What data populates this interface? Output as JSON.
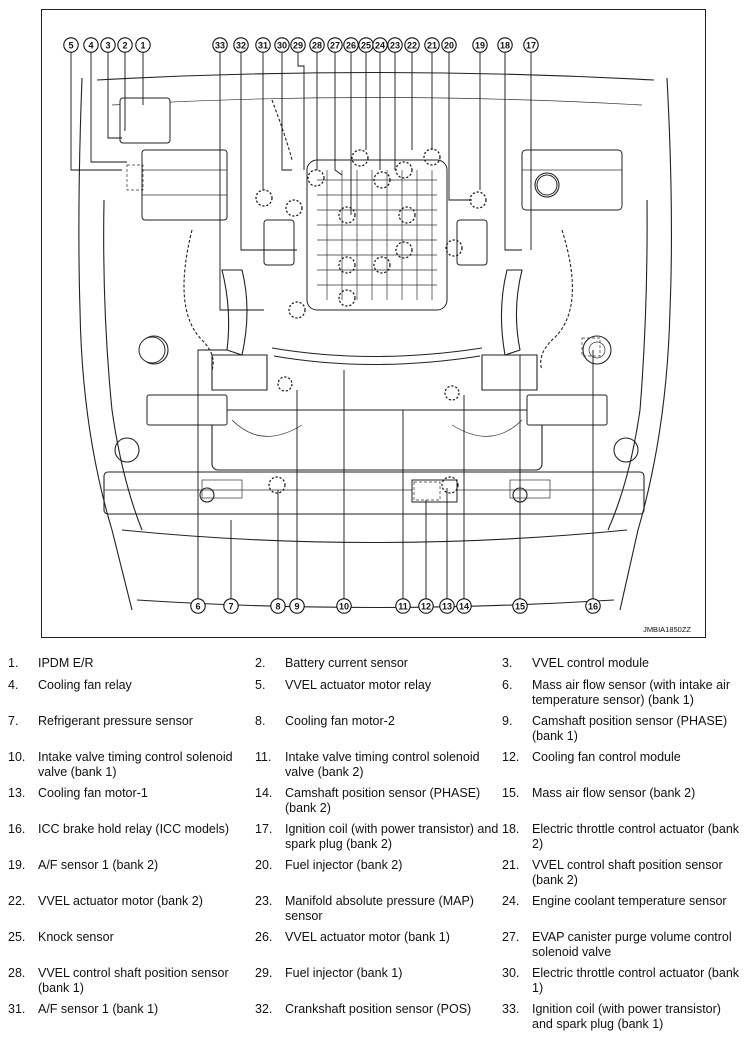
{
  "figure": {
    "code": "JMBIA1850ZZ",
    "top_callouts": [
      "5",
      "4",
      "3",
      "2",
      "1",
      "33",
      "32",
      "31",
      "30",
      "29",
      "28",
      "27",
      "26",
      "25",
      "24",
      "23",
      "22",
      "21",
      "20",
      "19",
      "18",
      "17"
    ],
    "bottom_callouts": [
      "6",
      "7",
      "8",
      "9",
      "10",
      "11",
      "12",
      "13",
      "14",
      "15",
      "16"
    ]
  },
  "legend": [
    {
      "num": "1.",
      "text": "IPDM E/R"
    },
    {
      "num": "2.",
      "text": "Battery current sensor"
    },
    {
      "num": "3.",
      "text": "VVEL control module"
    },
    {
      "num": "4.",
      "text": "Cooling fan relay"
    },
    {
      "num": "5.",
      "text": "VVEL actuator motor relay"
    },
    {
      "num": "6.",
      "text": "Mass air flow sensor (with intake air temperature sensor) (bank 1)"
    },
    {
      "num": "7.",
      "text": "Refrigerant pressure sensor"
    },
    {
      "num": "8.",
      "text": "Cooling fan motor-2"
    },
    {
      "num": "9.",
      "text": "Camshaft position sensor (PHASE) (bank 1)"
    },
    {
      "num": "10.",
      "text": "Intake valve timing control solenoid valve (bank 1)"
    },
    {
      "num": "11.",
      "text": "Intake valve timing control solenoid valve (bank 2)"
    },
    {
      "num": "12.",
      "text": "Cooling fan control module"
    },
    {
      "num": "13.",
      "text": "Cooling fan motor-1"
    },
    {
      "num": "14.",
      "text": "Camshaft position sensor (PHASE) (bank 2)"
    },
    {
      "num": "15.",
      "text": "Mass air flow sensor (bank 2)"
    },
    {
      "num": "16.",
      "text": "ICC brake hold relay (ICC models)"
    },
    {
      "num": "17.",
      "text": "Ignition coil (with power transistor) and spark plug (bank 2)"
    },
    {
      "num": "18.",
      "text": "Electric throttle control actuator (bank 2)"
    },
    {
      "num": "19.",
      "text": "A/F sensor 1 (bank 2)"
    },
    {
      "num": "20.",
      "text": "Fuel injector (bank 2)"
    },
    {
      "num": "21.",
      "text": "VVEL control shaft position sensor (bank 2)"
    },
    {
      "num": "22.",
      "text": "VVEL actuator motor (bank 2)"
    },
    {
      "num": "23.",
      "text": "Manifold absolute pressure (MAP) sensor"
    },
    {
      "num": "24.",
      "text": "Engine coolant temperature sensor"
    },
    {
      "num": "25.",
      "text": "Knock sensor"
    },
    {
      "num": "26.",
      "text": "VVEL actuator motor (bank 1)"
    },
    {
      "num": "27.",
      "text": "EVAP canister purge volume control solenoid valve"
    },
    {
      "num": "28.",
      "text": "VVEL control shaft position sensor (bank 1)"
    },
    {
      "num": "29.",
      "text": "Fuel injector (bank 1)"
    },
    {
      "num": "30.",
      "text": "Electric throttle control actuator (bank 1)"
    },
    {
      "num": "31.",
      "text": "A/F sensor 1 (bank 1)"
    },
    {
      "num": "32.",
      "text": "Crankshaft position sensor (POS)"
    },
    {
      "num": "33.",
      "text": "Ignition coil (with power transistor) and spark plug (bank 1)"
    }
  ]
}
